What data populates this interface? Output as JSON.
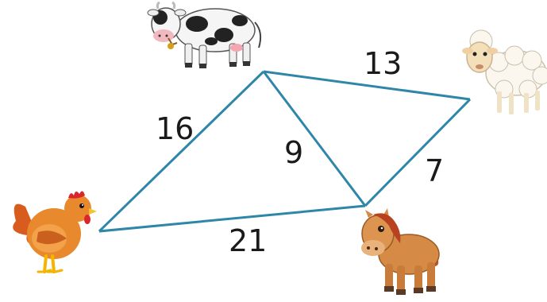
{
  "diagram": {
    "nodes": [
      {
        "id": "cow",
        "animal": "cow-icon"
      },
      {
        "id": "sheep",
        "animal": "sheep-icon"
      },
      {
        "id": "chicken",
        "animal": "chicken-icon"
      },
      {
        "id": "horse",
        "animal": "horse-icon"
      }
    ],
    "edges": [
      {
        "from": "chicken",
        "to": "cow",
        "weight": "16"
      },
      {
        "from": "cow",
        "to": "sheep",
        "weight": "13"
      },
      {
        "from": "cow",
        "to": "horse",
        "weight": "9"
      },
      {
        "from": "sheep",
        "to": "horse",
        "weight": "7"
      },
      {
        "from": "chicken",
        "to": "horse",
        "weight": "21"
      }
    ],
    "line_color": "#2e86a8"
  }
}
